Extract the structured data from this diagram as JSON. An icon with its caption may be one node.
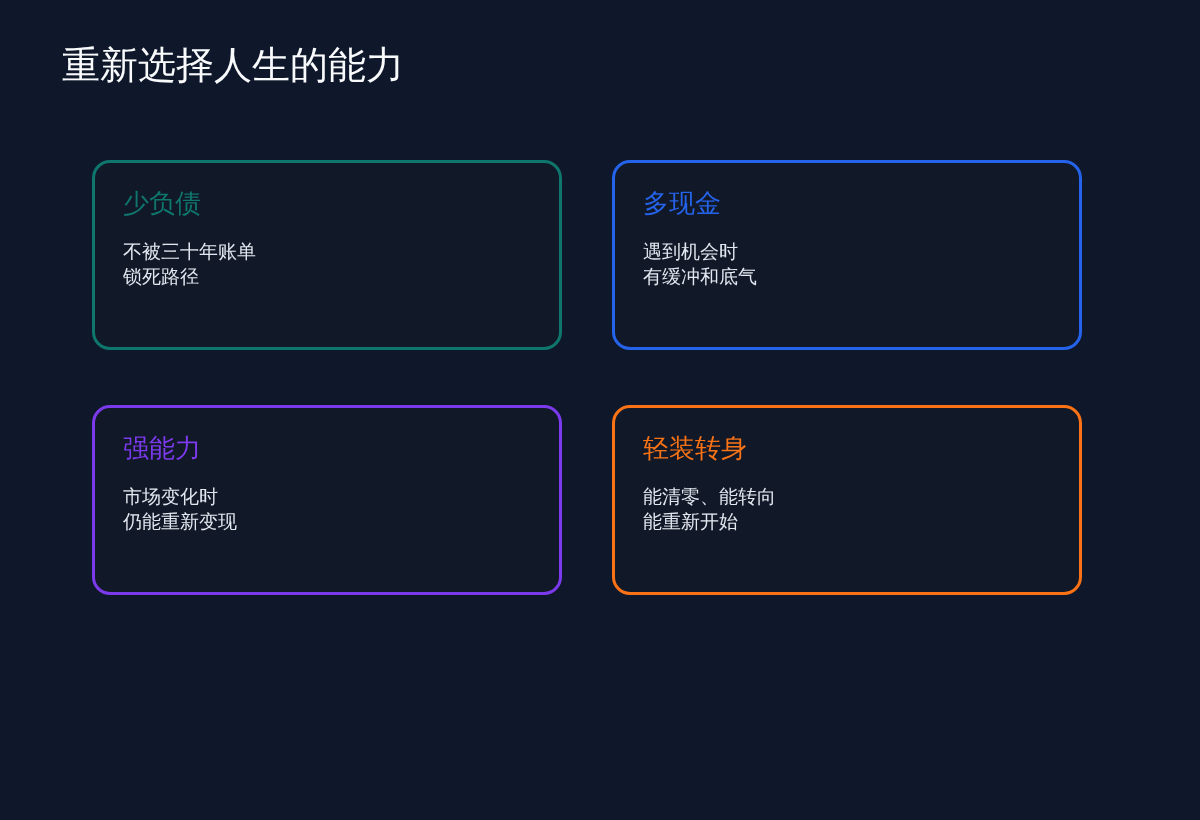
{
  "diagram": {
    "title": "重新选择人生的能力",
    "nodes": [
      {
        "text": [
          "少负债",
          "不被三十年账单锁死路径"
        ]
      },
      {
        "text": [
          "多现金",
          "遇到机会时有缓冲和底气"
        ]
      },
      {
        "text": [
          "强能力",
          "市场变化时仍能重新变现"
        ]
      },
      {
        "text": [
          "轻装转身",
          "能清零、能转向能重新开始"
        ]
      }
    ]
  }
}
